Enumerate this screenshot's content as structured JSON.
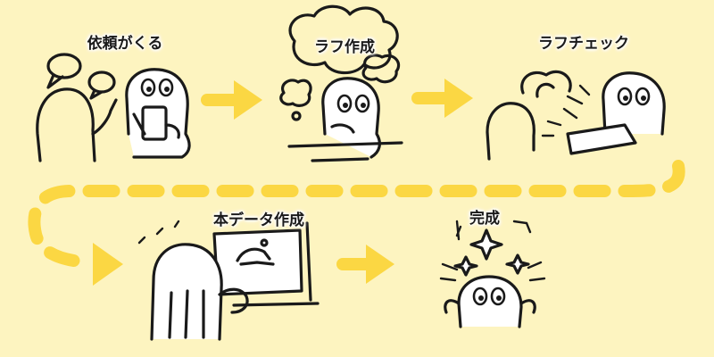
{
  "colors": {
    "background": "#fdf4c0",
    "arrow": "#fbd743",
    "ink": "#1a1a1a"
  },
  "steps": [
    {
      "label": "依頼がくる"
    },
    {
      "label": "ラフ作成"
    },
    {
      "label": "ラフチェック"
    },
    {
      "label": "本データ作成"
    },
    {
      "label": "完成"
    }
  ]
}
